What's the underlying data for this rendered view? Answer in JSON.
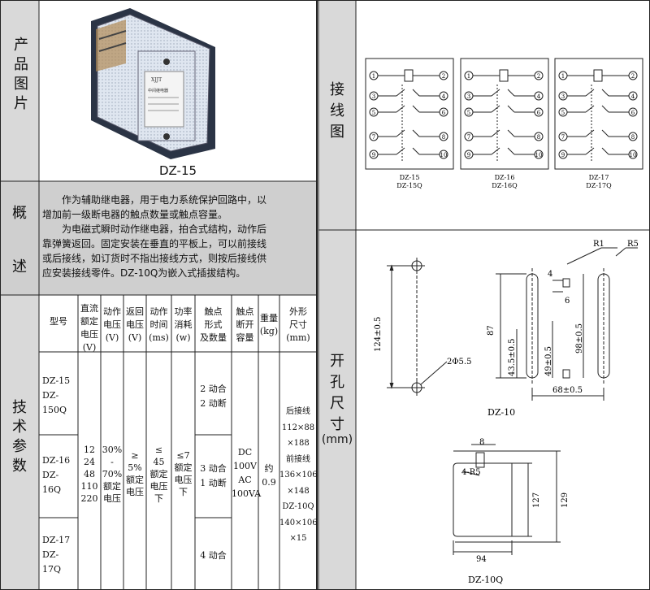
{
  "left": {
    "product_image": {
      "label": "产品图片",
      "model": "DZ-15",
      "nameplate_brand": "XJJT",
      "nameplate_title": "中间继电器"
    },
    "overview": {
      "label_line1": "概",
      "label_line2": "述",
      "paragraphs": [
        "作为辅助继电器，用于电力系统保护回路中，以",
        "增加前一级断电器的触点数量或触点容量。",
        "为电磁式瞬时动作继电器，拍合式结构，动作后",
        "靠弹簧返回。固定安装在垂直的平板上，可以前接线",
        "或后接线，如订货时不指出接线方式，则按后接线供",
        "应安装接线零件。DZ-10Q为嵌入式插拔结构。"
      ]
    },
    "specs": {
      "label_line1": "技",
      "label_line2": "术",
      "label_line3": "参",
      "label_line4": "数",
      "headers": [
        [
          "型号"
        ],
        [
          "直流",
          "额定",
          "电压",
          "(V)"
        ],
        [
          "动作",
          "电压",
          "(V)"
        ],
        [
          "返回",
          "电压",
          "(V)"
        ],
        [
          "动作",
          "时间",
          "(ms)"
        ],
        [
          "功率",
          "消耗",
          "(w)"
        ],
        [
          "触点",
          "形式",
          "及数量"
        ],
        [
          "触点",
          "断开",
          "容量"
        ],
        [
          "重量",
          "(kg)"
        ],
        [
          "外形",
          "尺寸",
          "(mm)"
        ]
      ],
      "models": [
        [
          "DZ-15",
          "DZ-",
          "150Q"
        ],
        [
          "DZ-16",
          "DZ-",
          "16Q"
        ],
        [
          "DZ-17",
          "DZ-",
          "17Q"
        ]
      ],
      "voltages": [
        "12",
        "24",
        "48",
        "110",
        "220"
      ],
      "action_voltage": [
        "30%",
        "-",
        "70%",
        "额定",
        "电压"
      ],
      "return_voltage": [
        "≥",
        "5%",
        "额定",
        "电压"
      ],
      "action_time": [
        "≤",
        "45",
        "额定",
        "电压",
        "下"
      ],
      "power": [
        "≤7",
        "额定",
        "电压",
        "下"
      ],
      "contacts": [
        [
          "2 动合",
          "2 动断"
        ],
        [
          "3 动合",
          "1 动断"
        ],
        [
          "4 动合"
        ]
      ],
      "breaking_capacity": [
        "DC",
        "100V",
        "AC",
        "100VA"
      ],
      "weight": [
        "约",
        "0.9"
      ],
      "dimensions": [
        "后接线",
        "112×88",
        "×188",
        "前接线",
        "136×106",
        "×148",
        "DZ-10Q",
        "140×106",
        "×15"
      ]
    }
  },
  "right": {
    "wiring": {
      "label_line1": "接",
      "label_line2": "线",
      "label_line3": "图",
      "diagrams": [
        {
          "line1": "DZ-15",
          "line2": "DZ-15Q"
        },
        {
          "line1": "DZ-16",
          "line2": "DZ-16Q"
        },
        {
          "line1": "DZ-17",
          "line2": "DZ-17Q"
        }
      ],
      "terminals": [
        "1",
        "2",
        "3",
        "4",
        "5",
        "6",
        "7",
        "8",
        "9",
        "10"
      ]
    },
    "cutout": {
      "label_line1": "开",
      "label_line2": "孔",
      "label_line3": "尺",
      "label_line4": "寸",
      "label_line5": "(mm)",
      "dz10": {
        "name": "DZ-10",
        "dim_124": "124±0.5",
        "hole": "2Φ5.5",
        "r1": "R1",
        "r5": "R5",
        "dim_4": "4",
        "dim_6": "6",
        "dim_87": "87",
        "dim_98": "98±0.5",
        "dim_43": "43.5±0.5",
        "dim_49": "49±0.5",
        "dim_68": "68±0.5"
      },
      "dz10q": {
        "name": "DZ-10Q",
        "dim_8": "8",
        "corner": "4-R5",
        "dim_127": "127",
        "dim_129": "129",
        "dim_94": "94"
      }
    }
  }
}
